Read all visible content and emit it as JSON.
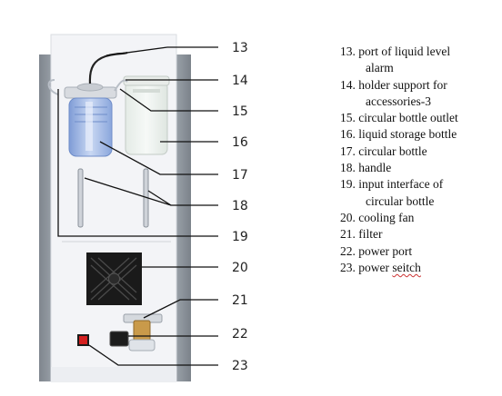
{
  "callout_numbers": [
    "13",
    "14",
    "15",
    "16",
    "17",
    "18",
    "19",
    "20",
    "21",
    "22",
    "23"
  ],
  "legend": [
    {
      "lines": [
        "13. port of liquid level",
        "alarm"
      ]
    },
    {
      "lines": [
        "14. holder support for",
        "accessories-3"
      ]
    },
    {
      "lines": [
        "15. circular bottle outlet"
      ]
    },
    {
      "lines": [
        "16. liquid storage bottle"
      ]
    },
    {
      "lines": [
        "17. circular bottle"
      ]
    },
    {
      "lines": [
        "18. handle"
      ]
    },
    {
      "lines": [
        "19. input interface of",
        "circular bottle"
      ]
    },
    {
      "lines": [
        "20. cooling fan"
      ]
    },
    {
      "lines": [
        "21. filter"
      ]
    },
    {
      "lines": [
        "22. power port"
      ]
    },
    {
      "lines": [
        "23. power ",
        "seitch"
      ]
    }
  ],
  "colors": {
    "panel": "#f3f4f7",
    "side_strip": "#8f969e",
    "bottle_blue": "#9fb8e4",
    "power_switch": "#d42020",
    "leader_line": "#111111"
  }
}
